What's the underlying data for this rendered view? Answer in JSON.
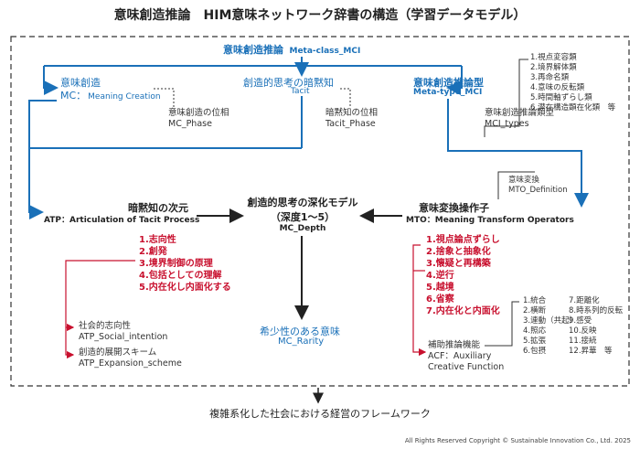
{
  "title": "意味創造推論　HIM意味ネットワーク辞書の構造（学習データモデル）",
  "top": {
    "mci_label": "意味創造推論",
    "mci_code": "Meta-class_MCI",
    "mc_jp": "意味創造",
    "mc_code": "MC：",
    "mc_en": "Meaning Creation",
    "tacit_jp": "創造的思考の暗黙知",
    "tacit_en": "Tacit",
    "type_jp": "意味創造推論型",
    "type_en": "Meta-type_MCI",
    "mc_phase_jp": "意味創造の位相",
    "mc_phase_en": "MC_Phase",
    "tacit_phase_jp": "暗黙知の位相",
    "tacit_phase_en": "Tacit_Phase",
    "mci_types_jp": "意味創造推論類型",
    "mci_types_en": "MCI_types",
    "types_list": [
      "1.視点変容類",
      "2.境界解体類",
      "3.再命名類",
      "4.意味の反転類",
      "5.時間軸ずらし類",
      "6.潜在構造顕在化類　等"
    ]
  },
  "middle": {
    "atp_jp": "暗黙知の次元",
    "atp_en": "ATP：Articulation of Tacit Process",
    "depth_jp1": "創造的思考の深化モデル",
    "depth_jp2": "（深度1〜5）",
    "depth_en": "MC_Depth",
    "mto_jp": "意味変換操作子",
    "mto_en": "MTO：Meaning Transform Operators",
    "mto_def_jp": "意味変換",
    "mto_def_en": "MTO_Definition"
  },
  "atp_list": [
    "1.志向性",
    "2.創発",
    "3.境界制御の原理",
    "4.包括としての理解",
    "5.内在化し内面化する"
  ],
  "atp_sub": [
    {
      "jp": "社会的志向性",
      "en": "ATP_Social_intention"
    },
    {
      "jp": "創造的展開スキーム",
      "en": "ATP_Expansion_scheme"
    }
  ],
  "rarity_jp": "希少性のある意味",
  "rarity_en": "MC_Rarity",
  "mto_list": [
    "1.視点論点ずらし",
    "2.捨象と抽象化",
    "3.懐疑と再構築",
    "4.逆行",
    "5.越境",
    "6.省察",
    "7.内在化と内面化"
  ],
  "aux_jp": "補助推論機能",
  "aux_en1": "ACF：Auxiliary",
  "aux_en2": "Creative Function",
  "aux_col1": [
    "1.統合",
    "2.横断",
    "3.連動（共起）",
    "4.照応",
    "5.拡張",
    "6.包摂"
  ],
  "aux_col2": [
    "7.距離化",
    "8.時系列的反転",
    "9.感受",
    "10.反映",
    "11.接続",
    "12.昇華　等"
  ],
  "bottom": "複雑系化した社会における経営のフレームワーク",
  "footer": "All Rights Reserved Copyright © Sustainable Innovation Co., Ltd. 2025",
  "colors": {
    "blue": "#1a70b8",
    "red": "#c8102e",
    "line": "#222222"
  }
}
